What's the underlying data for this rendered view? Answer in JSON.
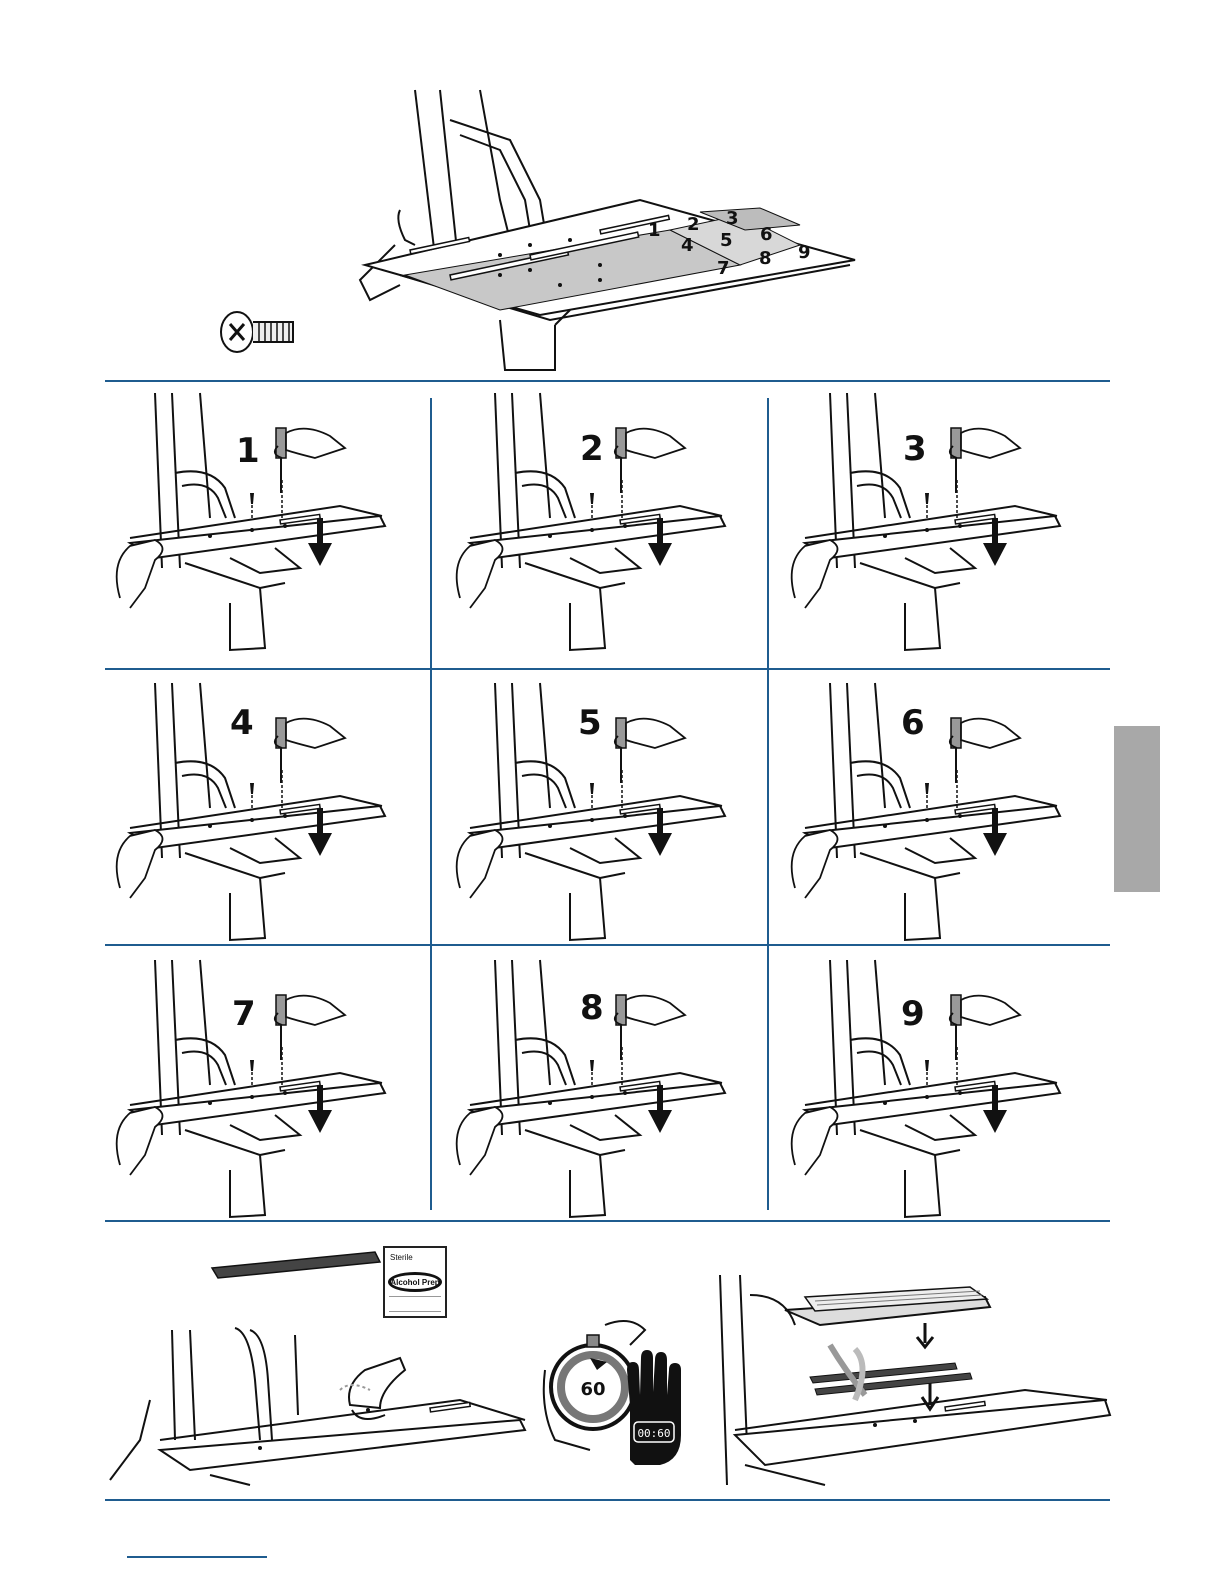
{
  "overview": {
    "zone_labels": [
      "1",
      "2",
      "3",
      "4",
      "5",
      "6",
      "7",
      "8",
      "9"
    ]
  },
  "steps": [
    {
      "label": "1"
    },
    {
      "label": "2"
    },
    {
      "label": "3"
    },
    {
      "label": "4"
    },
    {
      "label": "5"
    },
    {
      "label": "6"
    },
    {
      "label": "7"
    },
    {
      "label": "8"
    },
    {
      "label": "9"
    }
  ],
  "final": {
    "wipe_packet_top": "Sterile",
    "wipe_packet_label": "Alcohol Prep",
    "timer_seconds": "60",
    "timer_display": "00:60"
  },
  "colors": {
    "rule": "#1f5c8f",
    "side_tab": "#a8a8a8",
    "shade": "#c8c8c8"
  }
}
